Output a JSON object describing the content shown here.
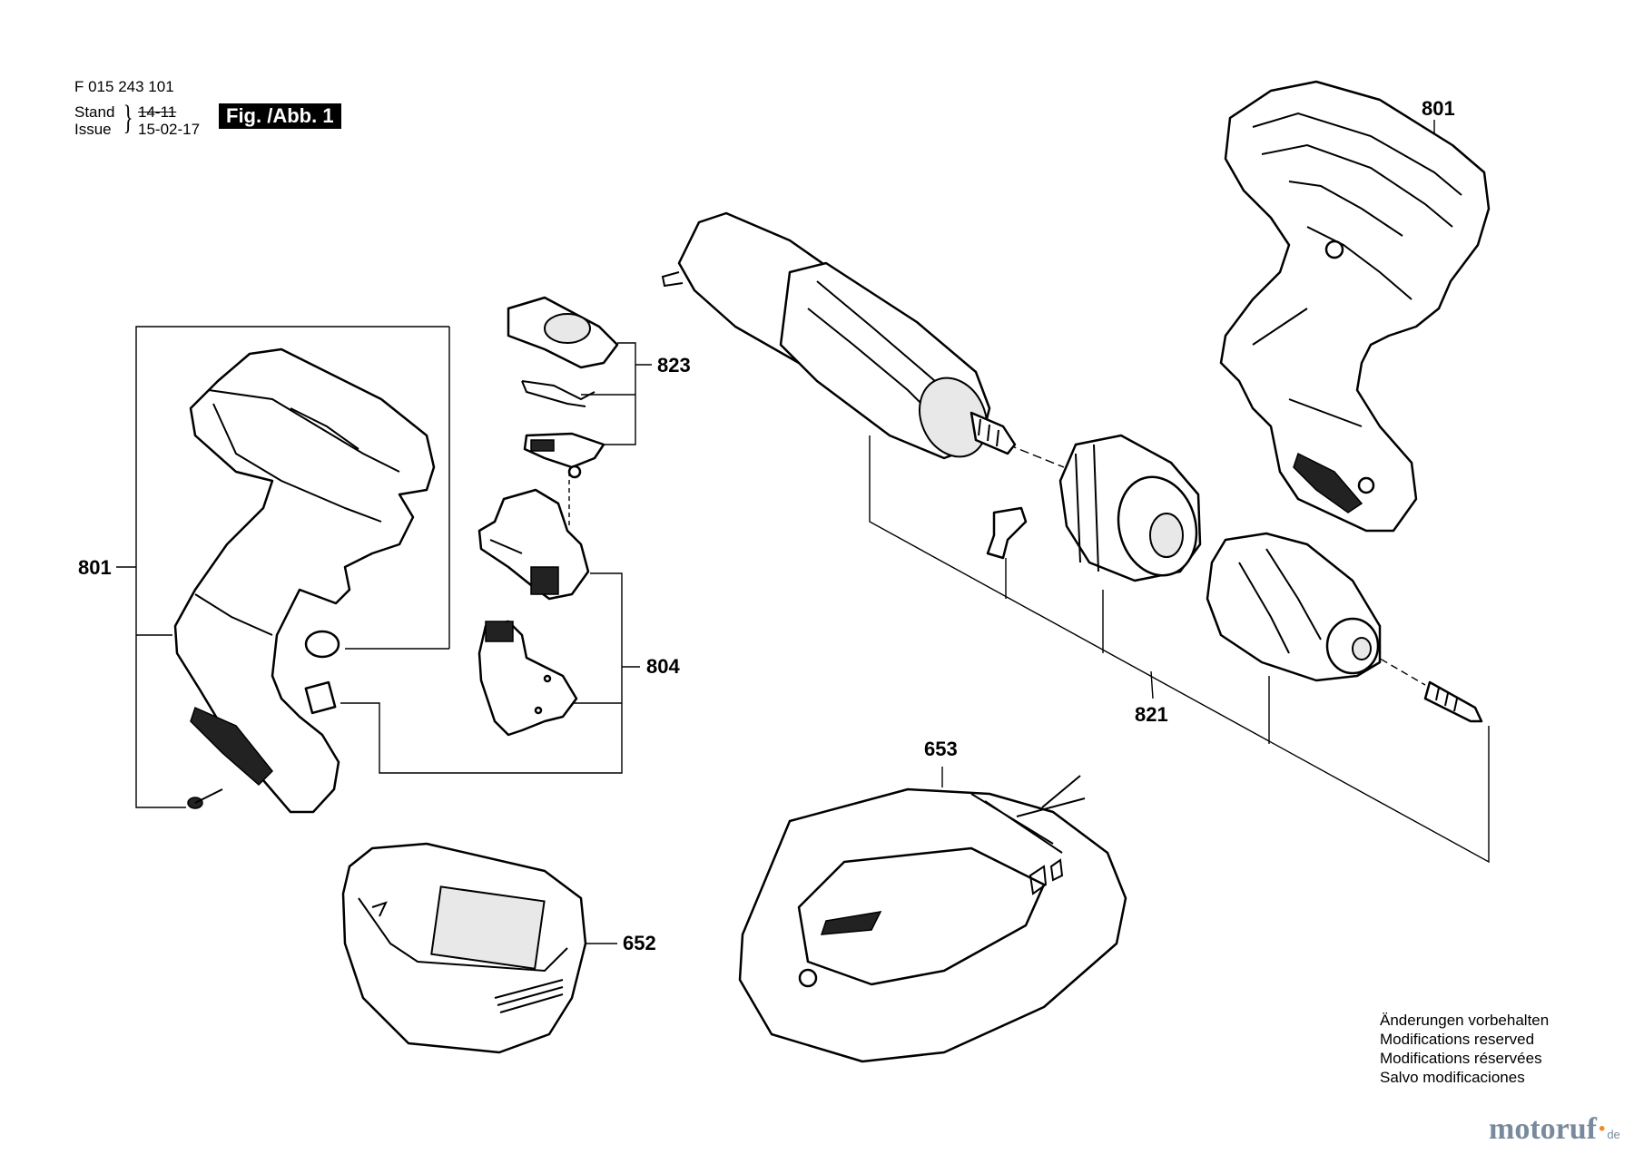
{
  "header": {
    "part_number": "F 015 243 101",
    "stand_label": "Stand",
    "issue_label": "Issue",
    "brace": "}",
    "stand_date": "14-11",
    "issue_date": "15-02-17",
    "figure_label": "Fig. /Abb. 1"
  },
  "callouts": {
    "housing_right": "801",
    "housing_left": "801",
    "switch_parts": "823",
    "switch_assembly": "804",
    "gearbox_chuck": "821",
    "charger": "653",
    "battery": "652"
  },
  "notes": [
    "Änderungen vorbehalten",
    "Modifications reserved",
    "Modifications réservées",
    "Salvo modificaciones"
  ],
  "watermark": {
    "main": "motoruf",
    "dot": "·",
    "tld": "de"
  }
}
